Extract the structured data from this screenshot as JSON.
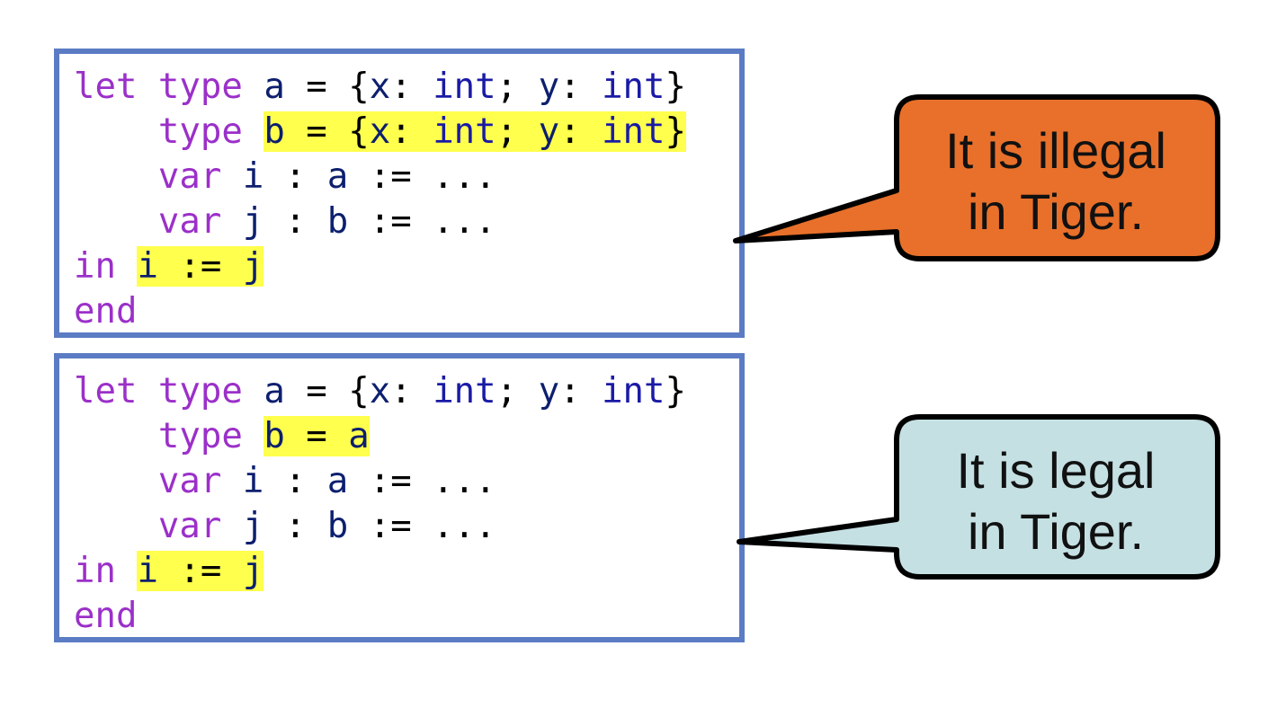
{
  "snippets": [
    {
      "lines": [
        [
          {
            "t": "let ",
            "c": "kw"
          },
          {
            "t": "type ",
            "c": "kw"
          },
          {
            "t": "a",
            "c": "id"
          },
          {
            "t": " = {",
            "c": "op"
          },
          {
            "t": "x",
            "c": "id"
          },
          {
            "t": ": ",
            "c": "op"
          },
          {
            "t": "int",
            "c": "ty"
          },
          {
            "t": "; ",
            "c": "op"
          },
          {
            "t": "y",
            "c": "id"
          },
          {
            "t": ": ",
            "c": "op"
          },
          {
            "t": "int",
            "c": "ty"
          },
          {
            "t": "}",
            "c": "op"
          }
        ],
        [
          {
            "t": "    ",
            "c": "op"
          },
          {
            "t": "type ",
            "c": "kw"
          },
          {
            "t": "b",
            "c": "id",
            "hl": true
          },
          {
            "t": " = {",
            "c": "op",
            "hl": true
          },
          {
            "t": "x",
            "c": "id",
            "hl": true
          },
          {
            "t": ": ",
            "c": "op",
            "hl": true
          },
          {
            "t": "int",
            "c": "ty",
            "hl": true
          },
          {
            "t": "; ",
            "c": "op",
            "hl": true
          },
          {
            "t": "y",
            "c": "id",
            "hl": true
          },
          {
            "t": ": ",
            "c": "op",
            "hl": true
          },
          {
            "t": "int",
            "c": "ty",
            "hl": true
          },
          {
            "t": "}",
            "c": "op",
            "hl": true
          }
        ],
        [
          {
            "t": "    ",
            "c": "op"
          },
          {
            "t": "var ",
            "c": "kw"
          },
          {
            "t": "i",
            "c": "id"
          },
          {
            "t": " : ",
            "c": "op"
          },
          {
            "t": "a",
            "c": "id"
          },
          {
            "t": " := ...",
            "c": "op"
          }
        ],
        [
          {
            "t": "    ",
            "c": "op"
          },
          {
            "t": "var ",
            "c": "kw"
          },
          {
            "t": "j",
            "c": "id"
          },
          {
            "t": " : ",
            "c": "op"
          },
          {
            "t": "b",
            "c": "id"
          },
          {
            "t": " := ...",
            "c": "op"
          }
        ],
        [
          {
            "t": "in ",
            "c": "kw"
          },
          {
            "t": "i",
            "c": "id",
            "hl": true
          },
          {
            "t": " := ",
            "c": "op",
            "hl": true
          },
          {
            "t": "j",
            "c": "id",
            "hl": true
          }
        ],
        [
          {
            "t": "end",
            "c": "kw"
          }
        ]
      ]
    },
    {
      "lines": [
        [
          {
            "t": "let ",
            "c": "kw"
          },
          {
            "t": "type ",
            "c": "kw"
          },
          {
            "t": "a",
            "c": "id"
          },
          {
            "t": " = {",
            "c": "op"
          },
          {
            "t": "x",
            "c": "id"
          },
          {
            "t": ": ",
            "c": "op"
          },
          {
            "t": "int",
            "c": "ty"
          },
          {
            "t": "; ",
            "c": "op"
          },
          {
            "t": "y",
            "c": "id"
          },
          {
            "t": ": ",
            "c": "op"
          },
          {
            "t": "int",
            "c": "ty"
          },
          {
            "t": "}",
            "c": "op"
          }
        ],
        [
          {
            "t": "    ",
            "c": "op"
          },
          {
            "t": "type ",
            "c": "kw"
          },
          {
            "t": "b",
            "c": "id",
            "hl": true
          },
          {
            "t": " = ",
            "c": "op",
            "hl": true
          },
          {
            "t": "a",
            "c": "id",
            "hl": true
          }
        ],
        [
          {
            "t": "    ",
            "c": "op"
          },
          {
            "t": "var ",
            "c": "kw"
          },
          {
            "t": "i",
            "c": "id"
          },
          {
            "t": " : ",
            "c": "op"
          },
          {
            "t": "a",
            "c": "id"
          },
          {
            "t": " := ...",
            "c": "op"
          }
        ],
        [
          {
            "t": "    ",
            "c": "op"
          },
          {
            "t": "var ",
            "c": "kw"
          },
          {
            "t": "j",
            "c": "id"
          },
          {
            "t": " : ",
            "c": "op"
          },
          {
            "t": "b",
            "c": "id"
          },
          {
            "t": " := ...",
            "c": "op"
          }
        ],
        [
          {
            "t": "in ",
            "c": "kw"
          },
          {
            "t": "i",
            "c": "id",
            "hl": true
          },
          {
            "t": " := ",
            "c": "op",
            "hl": true
          },
          {
            "t": "j",
            "c": "id",
            "hl": true
          }
        ],
        [
          {
            "t": "end",
            "c": "kw"
          }
        ]
      ]
    }
  ],
  "callouts": [
    {
      "line1": "It is illegal",
      "line2": "in Tiger.",
      "fill": "#e8702a"
    },
    {
      "line1": "It is legal",
      "line2": "in Tiger.",
      "fill": "#c5e0e3"
    }
  ],
  "colors": {
    "border": "#5b7cc4",
    "keyword": "#9b30c9",
    "type": "#1a1aa6",
    "identifier": "#0d1f6e",
    "highlight": "#ffff4d"
  }
}
